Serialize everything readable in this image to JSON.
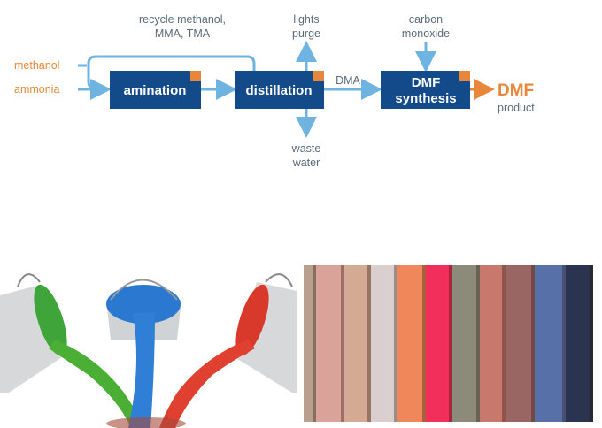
{
  "diagram": {
    "feeds": {
      "methanol": "methanol",
      "ammonia": "ammonia"
    },
    "recycle": [
      "recycle methanol,",
      "MMA, TMA"
    ],
    "boxes": {
      "amination": "amination",
      "distillation": "distillation",
      "dmf_synthesis": [
        "DMF",
        "synthesis"
      ]
    },
    "lights_purge": [
      "lights",
      "purge"
    ],
    "waste_water": [
      "waste",
      "water"
    ],
    "dma": "DMA",
    "carbon_monoxide": [
      "carbon",
      "monoxide"
    ],
    "product": {
      "name": "DMF",
      "sub": "product"
    }
  },
  "colors": {
    "box": "#124a8a",
    "accent": "#e8873a",
    "flow": "#6fb3e0",
    "swatches": [
      "#b8a08c",
      "#d9a39a",
      "#d4aa94",
      "#d9cfcf",
      "#f0875a",
      "#f0305a",
      "#8c8a78",
      "#c8786c",
      "#9a6664",
      "#5870a8",
      "#2a3450"
    ]
  }
}
